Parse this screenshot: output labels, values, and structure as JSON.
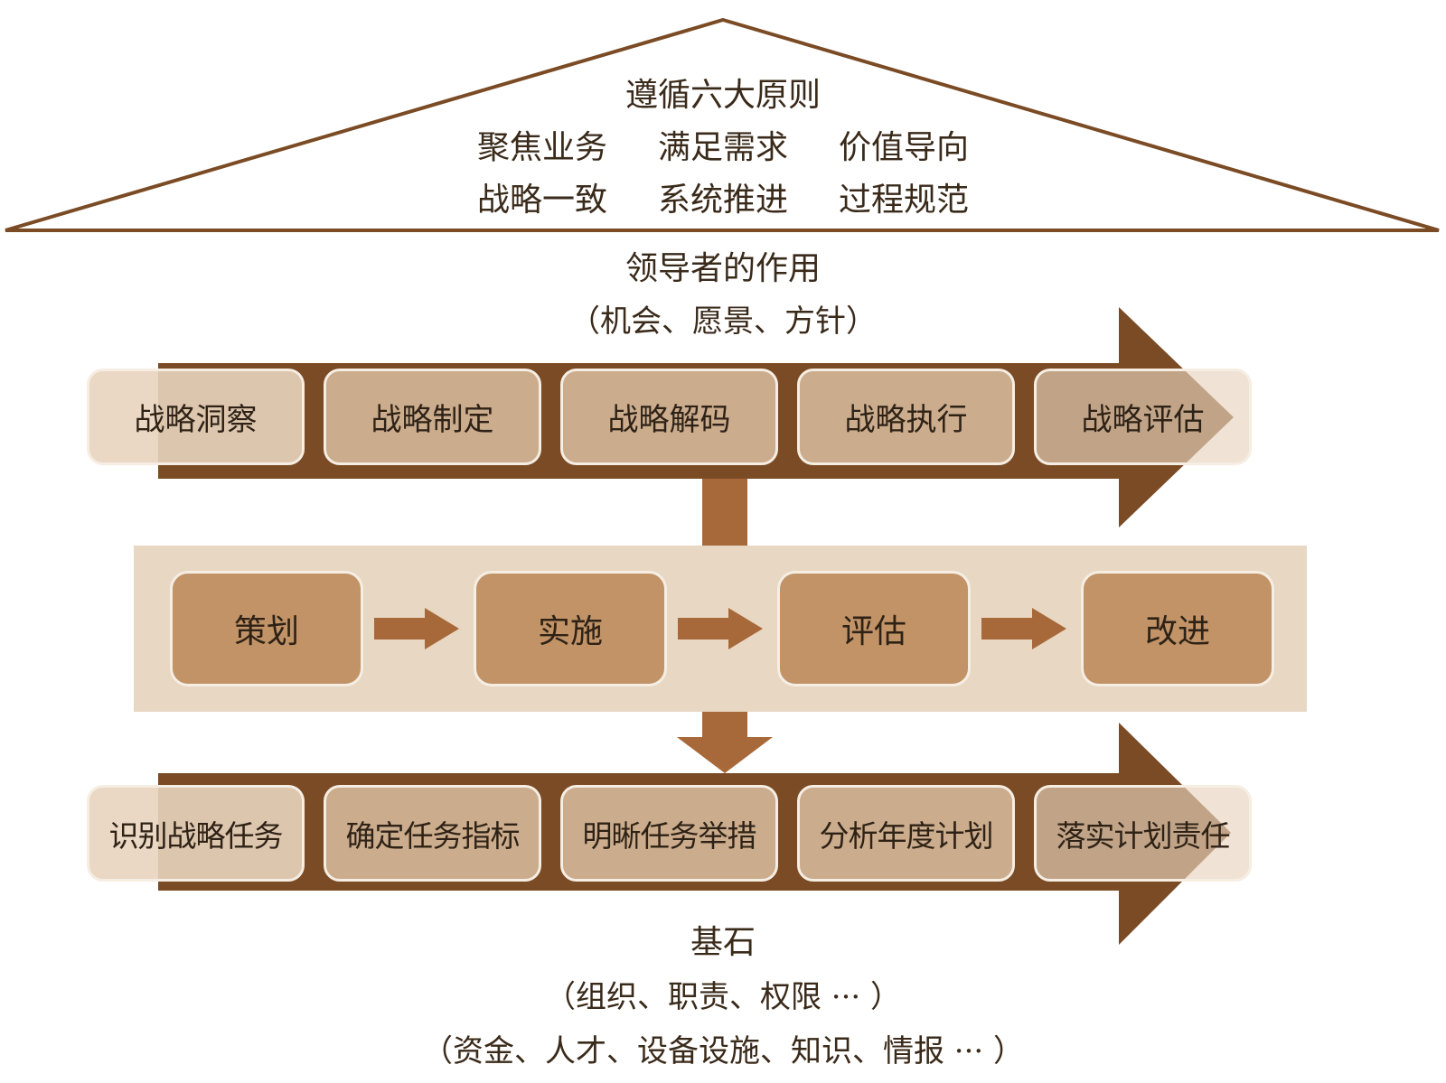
{
  "roof": {
    "title": "遵循六大原则",
    "row1": [
      "聚焦业务",
      "满足需求",
      "价值导向"
    ],
    "row2": [
      "战略一致",
      "系统推进",
      "过程规范"
    ]
  },
  "leader": {
    "title": "领导者的作用",
    "subtitle": "（机会、愿景、方针）"
  },
  "strategy_steps": [
    "战略洞察",
    "战略制定",
    "战略解码",
    "战略执行",
    "战略评估"
  ],
  "pdca_steps": [
    "策划",
    "实施",
    "评估",
    "改进"
  ],
  "task_steps": [
    "识别战略任务",
    "确定任务指标",
    "明晰任务举措",
    "分析年度计划",
    "落实计划责任"
  ],
  "base": {
    "title": "基石",
    "subtitle1": "（组织、职责、权限 ··· ）",
    "subtitle2": "（资金、人才、设备设施、知识、情报 ··· ）"
  },
  "colors": {
    "dark_brown": "#7a4b24",
    "mid_brown": "#a8693a",
    "box_tan": "#c19367",
    "band_beige": "#e8d7c2",
    "roof_line": "#7a4b24"
  }
}
